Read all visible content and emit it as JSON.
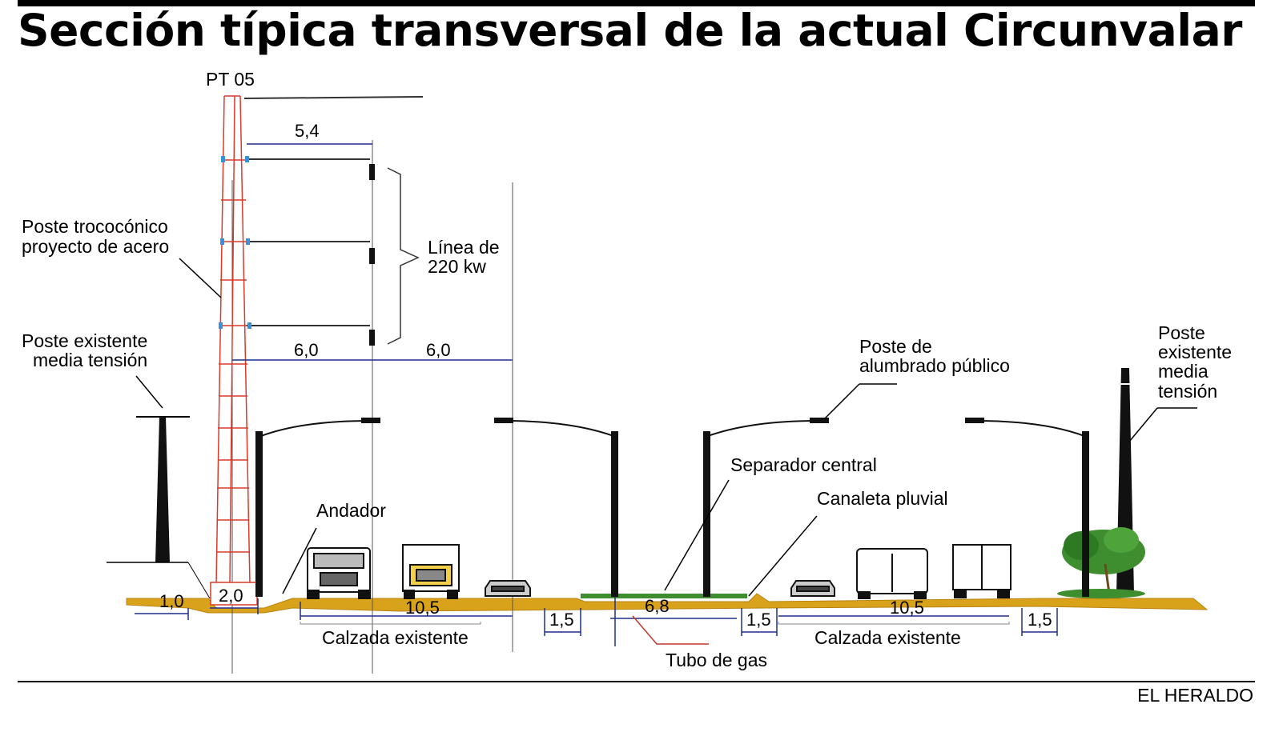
{
  "title": "Sección típica transversal de la actual Circunvalar",
  "credit": "EL HERALDO",
  "labels": {
    "tower_id": "PT 05",
    "steel_pole_1": "Poste trococónico",
    "steel_pole_2": "proyecto de acero",
    "existing_pole_left_1": "Poste existente",
    "existing_pole_left_2": "media tensión",
    "line_1": "Línea de",
    "line_2": "220 kw",
    "street_light_1": "Poste de",
    "street_light_2": "alumbrado público",
    "existing_pole_right_1": "Poste",
    "existing_pole_right_2": "existente",
    "existing_pole_right_3": "media",
    "existing_pole_right_4": "tensión",
    "median": "Separador central",
    "gutter": "Canaleta pluvial",
    "walkway": "Andador",
    "roadway_left": "Calzada existente",
    "roadway_right": "Calzada existente",
    "gas_pipe": "Tubo de gas"
  },
  "dimensions": {
    "arm": "5,4",
    "left_span": "6,0",
    "right_span": "6,0",
    "left_offset": "1,0",
    "footing": "2,0",
    "lanes_left": "10,5",
    "shoulder_1": "1,5",
    "median_width": "6,8",
    "shoulder_2": "1,5",
    "lanes_right": "10,5",
    "shoulder_3": "1,5"
  },
  "colors": {
    "ground": "#D9A21B",
    "tower": "#D93A2B",
    "insulator": "#3B8FD9",
    "dimension": "#1F2F8C",
    "vegetation": "#3E8E2F",
    "gas_pipe": "#C0392B"
  }
}
